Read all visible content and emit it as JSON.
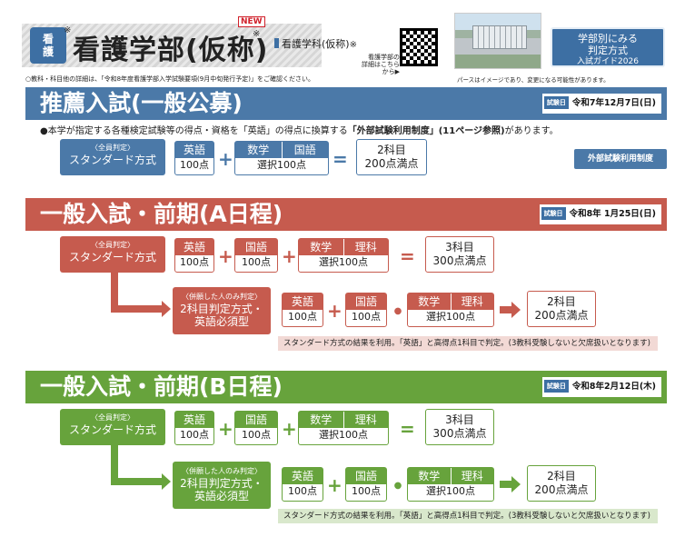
{
  "header": {
    "badge_line1": "看",
    "badge_line2": "護",
    "badge_asterisk": "※",
    "title": "看護学部(仮称)",
    "title_asterisk": "※",
    "new_label": "NEW",
    "subtitle": "看護学科(仮称)",
    "subtitle_asterisk": "※",
    "qr_note_line1": "看護学部の",
    "qr_note_line2": "詳細はこちらから▶",
    "guide_line1": "学部別にみる",
    "guide_line2": "判定方式",
    "guide_line3": "入試ガイド2026",
    "note_left": "○教科・科目他の詳細は、「令和8年度看護学部入学試験要項(9月中旬発行予定)」をご確認ください。",
    "note_right": "パースはイメージであり、変更になる可能性があります。"
  },
  "sections": {
    "suisen": {
      "title": "推薦入試(一般公募)",
      "date_label": "試験日",
      "date": "令和7年12月7日(日)",
      "description_pre": "●本学が指定する各種検定試験等の得点・資格を「英語」の得点に換算する",
      "description_bold": "「外部試験利用制度」(11ページ参照)",
      "description_post": "があります。",
      "method_small": "〈全員判定〉",
      "method_name": "スタンダード方式",
      "subject1": "英語",
      "subject1_points": "100点",
      "subject2a": "数学",
      "subject2b": "国語",
      "subject2_points": "選択100点",
      "result_line1": "2科目",
      "result_line2": "200点満点",
      "external_button": "外部試験利用制度"
    },
    "ippan_a": {
      "title": "一般入試・前期(A日程)",
      "date_label": "試験日",
      "date": "令和8年 1月25日(日)",
      "std_small": "〈全員判定〉",
      "std_name": "スタンダード方式",
      "s1": "英語",
      "s1p": "100点",
      "s2": "国語",
      "s2p": "100点",
      "s3a": "数学",
      "s3b": "理科",
      "s3p": "選択100点",
      "res1_line1": "3科目",
      "res1_line2": "300点満点",
      "alt_small": "〈併願した人のみ判定〉",
      "alt_name1": "2科目判定方式・",
      "alt_name2": "英語必須型",
      "a1": "英語",
      "a1p": "100点",
      "a2": "国語",
      "a2p": "100点",
      "a3a": "数学",
      "a3b": "理科",
      "a3p": "選択100点",
      "res2_line1": "2科目",
      "res2_line2": "200点満点",
      "note": "スタンダード方式の結果を利用。「英語」と高得点1科目で判定。(3教科受験しないと欠席扱いとなります)"
    },
    "ippan_b": {
      "title": "一般入試・前期(B日程)",
      "date_label": "試験日",
      "date": "令和8年2月12日(木)",
      "std_small": "〈全員判定〉",
      "std_name": "スタンダード方式",
      "s1": "英語",
      "s1p": "100点",
      "s2": "国語",
      "s2p": "100点",
      "s3a": "数学",
      "s3b": "理科",
      "s3p": "選択100点",
      "res1_line1": "3科目",
      "res1_line2": "300点満点",
      "alt_small": "〈併願した人のみ判定〉",
      "alt_name1": "2科目判定方式・",
      "alt_name2": "英語必須型",
      "a1": "英語",
      "a1p": "100点",
      "a2": "国語",
      "a2p": "100点",
      "a3a": "数学",
      "a3b": "理科",
      "a3p": "選択100点",
      "res2_line1": "2科目",
      "res2_line2": "200点満点",
      "note": "スタンダード方式の結果を利用。「英語」と高得点1科目で判定。(3教科受験しないと欠席扱いとなります)"
    }
  },
  "operators": {
    "plus": "+",
    "equals": "=",
    "dot": "●"
  },
  "colors": {
    "blue": "#4b79a8",
    "red": "#c65b4e",
    "green": "#67a33c"
  }
}
